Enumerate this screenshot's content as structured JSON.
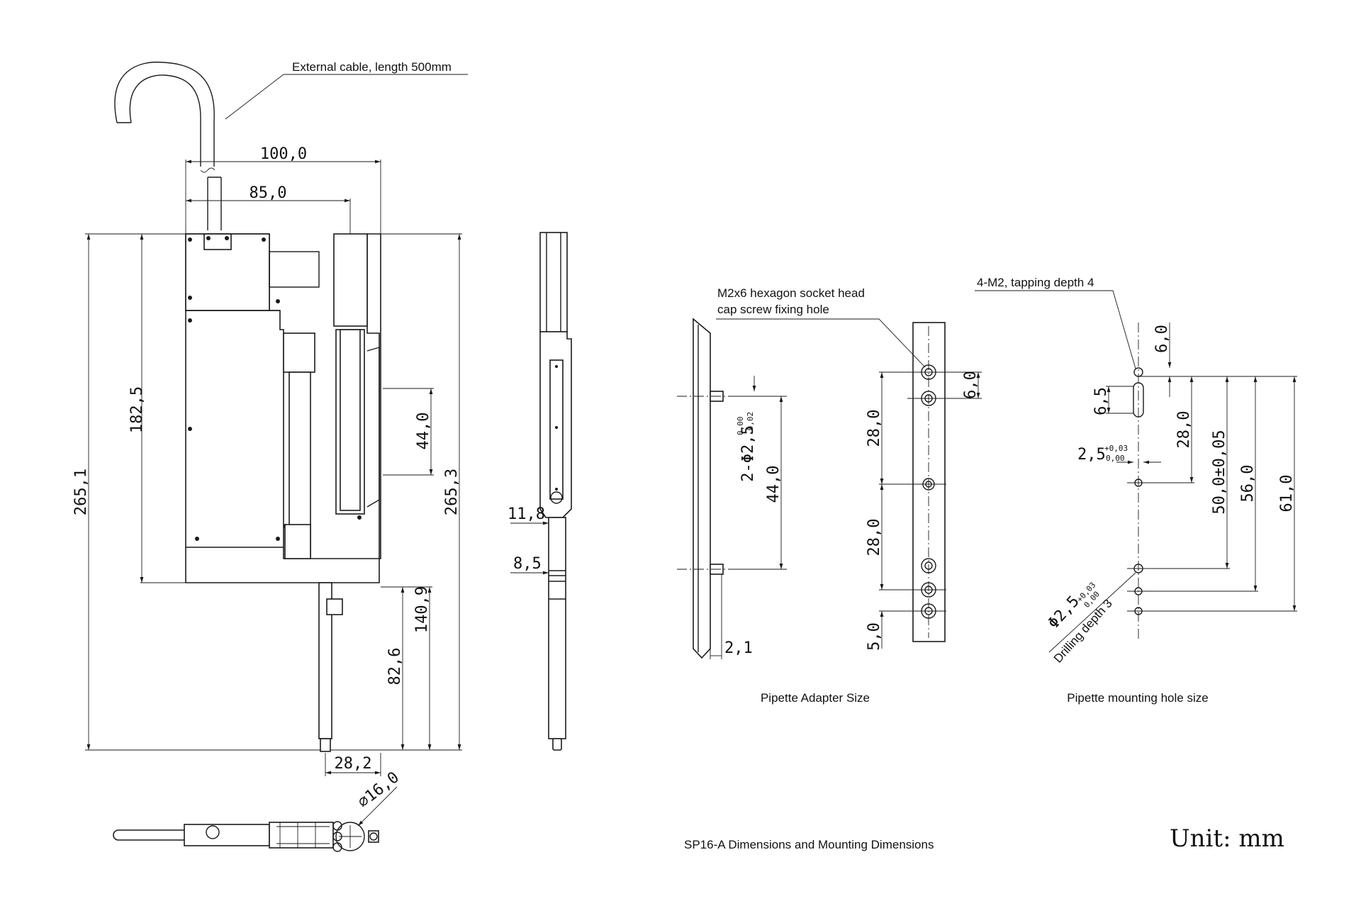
{
  "title": "SP16-A Dimensions and Mounting Dimensions",
  "unit_label": "Unit: mm",
  "captions": {
    "adapter": "Pipette Adapter Size",
    "mounting": "Pipette mounting hole size"
  },
  "notes": {
    "cable": "External cable, length 500mm",
    "screw_line1": "M2x6 hexagon socket head",
    "screw_line2": "cap screw fixing hole",
    "tapping": "4-M2, tapping depth 4",
    "drilling": "Drilling depth 3"
  },
  "dimensions": {
    "main": {
      "width_total": "100,0",
      "width_85": "85,0",
      "height_182_5": "182,5",
      "height_265_1": "265,1",
      "height_265_3": "265,3",
      "hole_44": "44,0",
      "height_140_9": "140,9",
      "height_82_6": "82,6",
      "width_28_2": "28,2",
      "diameter_16": "⌀16,0"
    },
    "side": {
      "d_11_8": "11,8",
      "d_8_5": "8,5"
    },
    "adapter": {
      "hole_dia_main": "2-Φ2,5",
      "hole_dia_upper": "0,00",
      "hole_dia_lower": "-0,02",
      "hole_pitch": "44,0",
      "thickness": "2,1",
      "pitch_a": "28,0",
      "pitch_b": "28,0",
      "edge": "5,0",
      "top_offset": "6,0"
    },
    "mounting": {
      "top": "6,0",
      "slot": "6,5",
      "slot_width_main": "2,5",
      "slot_width_upper": "+0,03",
      "slot_width_lower": "0,00",
      "d_28": "28,0",
      "d_50": "50,0±0,05",
      "d_56": "56,0",
      "d_61": "61,0",
      "hole_main": "Φ2,5",
      "hole_upper": "+0,03",
      "hole_lower": "0,00"
    }
  },
  "colors": {
    "line": "#1a1a1a",
    "background": "#ffffff"
  }
}
